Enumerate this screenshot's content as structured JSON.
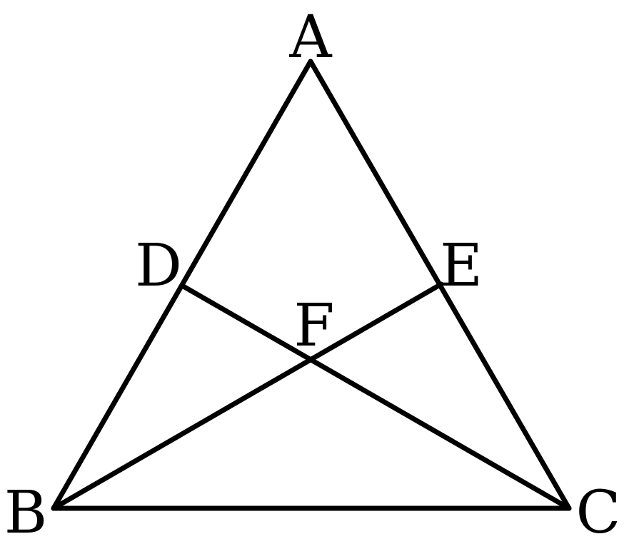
{
  "labels": {
    "A": "A",
    "B": "B",
    "C": "C",
    "D": "D",
    "E": "E",
    "F": "F"
  },
  "colors": {
    "stroke": "#000000",
    "background": "#ffffff"
  }
}
